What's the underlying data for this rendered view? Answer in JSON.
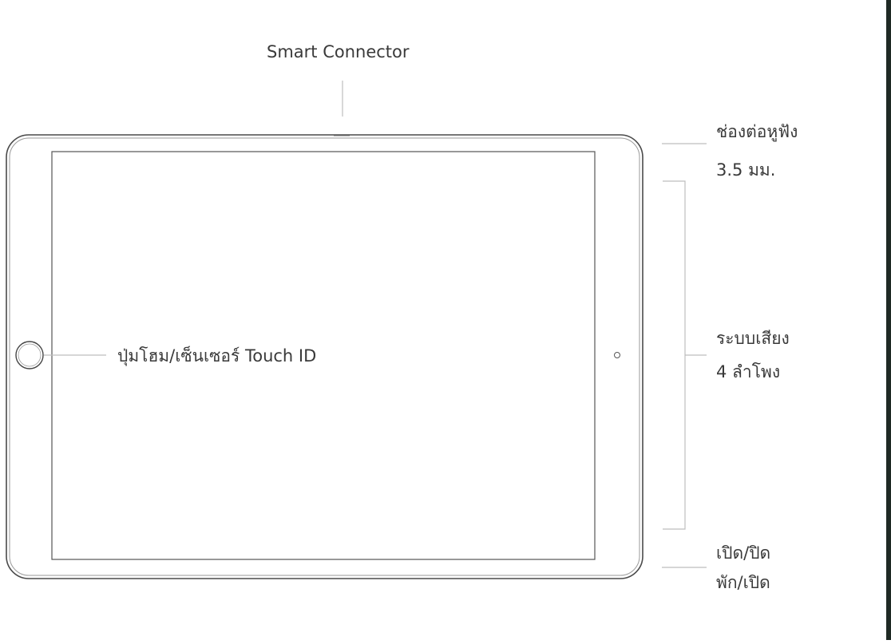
{
  "labels": {
    "smart_connector": "Smart Connector",
    "headphone_jack": [
      "ช่องต่อหูฟัง",
      "3.5 มม."
    ],
    "speakers": [
      "ระบบเสียง",
      "4 ลำโพง"
    ],
    "home_button": "ปุ่มโฮม/เซ็นเซอร์ Touch ID",
    "sleep_wake": [
      "เปิด/ปิด",
      "พัก/เปิด"
    ]
  },
  "colors": {
    "outline": "#4a4a4a",
    "leader": "#bdbdbd",
    "text": "#3a3a3a",
    "edge": "#1f2a24"
  }
}
